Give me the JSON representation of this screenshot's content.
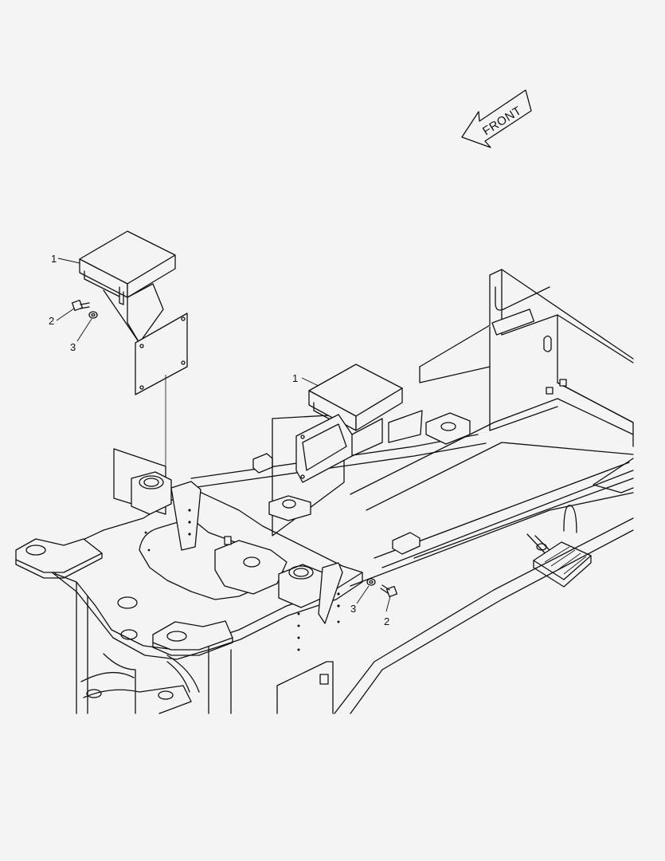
{
  "direction": {
    "text": "FRONT"
  },
  "callouts": [
    {
      "id": "c1a",
      "text": "1"
    },
    {
      "id": "c2a",
      "text": "2"
    },
    {
      "id": "c3a",
      "text": "3"
    },
    {
      "id": "c1b",
      "text": "1"
    },
    {
      "id": "c3b",
      "text": "3"
    },
    {
      "id": "c2b",
      "text": "2"
    }
  ]
}
